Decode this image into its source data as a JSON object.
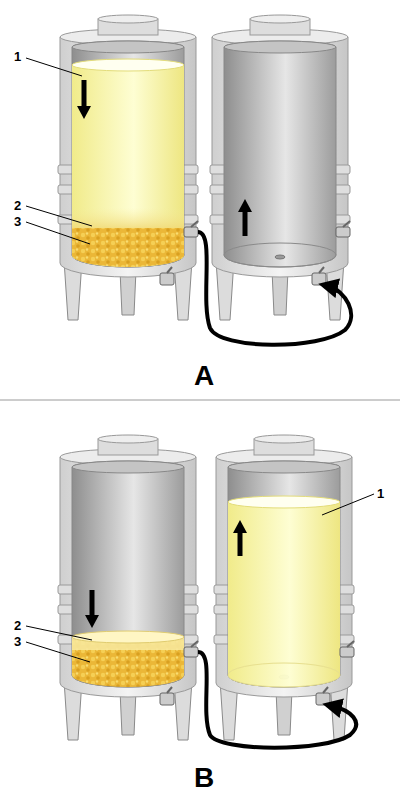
{
  "diagram": {
    "labels": [
      "1",
      "2",
      "3",
      "A",
      "1",
      "2",
      "3",
      "B"
    ]
  }
}
